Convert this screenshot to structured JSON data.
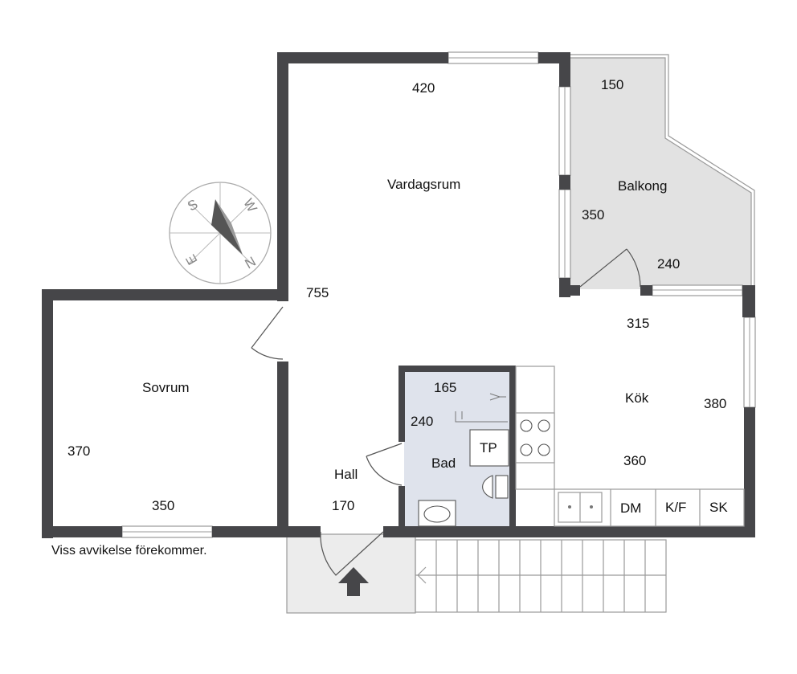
{
  "rooms": {
    "vardagsrum": {
      "name": "Vardagsrum",
      "width": "420",
      "depth": "755"
    },
    "balkong": {
      "name": "Balkong",
      "top": "150",
      "side": "350",
      "bottom": "240"
    },
    "sovrum": {
      "name": "Sovrum",
      "depth": "370",
      "width": "350"
    },
    "kok": {
      "name": "Kök",
      "top": "315",
      "side": "380",
      "bottom": "360"
    },
    "bad": {
      "name": "Bad",
      "width": "165",
      "depth": "240"
    },
    "hall": {
      "name": "Hall",
      "width": "170"
    }
  },
  "fixtures": {
    "tp": "TP",
    "dm": "DM",
    "kf": "K/F",
    "sk": "SK"
  },
  "compass": {
    "letters": [
      "S",
      "W",
      "N",
      "E"
    ]
  },
  "note": "Viss avvikelse förekommer.",
  "colors": {
    "wall": "#464649",
    "balcony": "#e2e2e2",
    "bathroom": "#dfe3ec",
    "entrance": "#ececec",
    "line": "#9a9a9a"
  }
}
